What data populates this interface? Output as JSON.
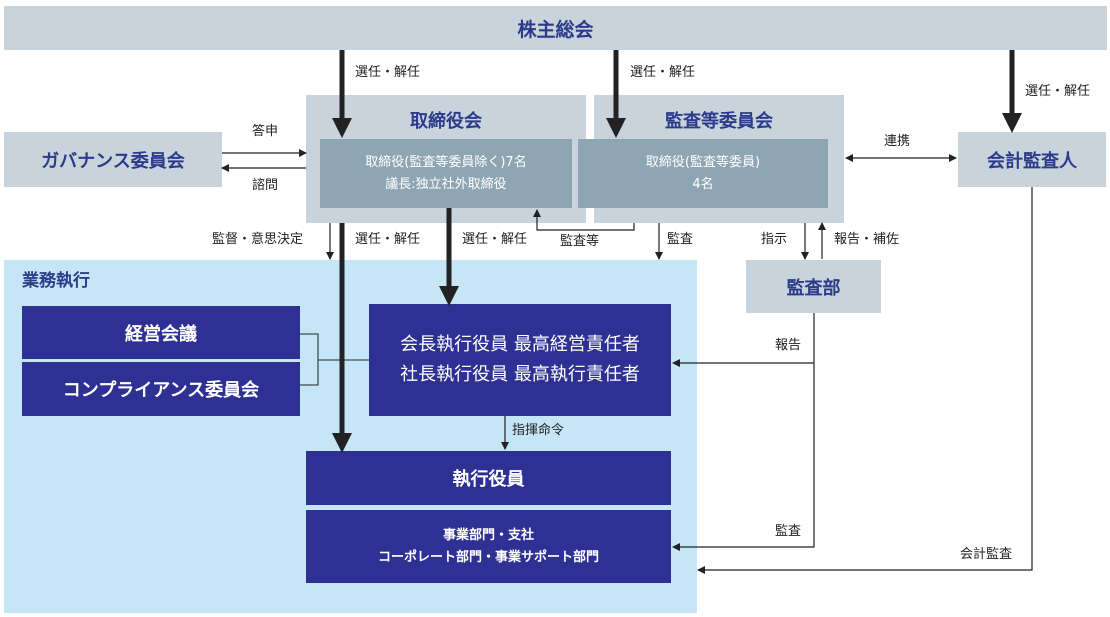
{
  "shareholders": "株主総会",
  "board": {
    "title": "取締役会",
    "inner_line1": "取締役(監査等委員除く)7名",
    "inner_line2": "議長:独立社外取締役"
  },
  "audit_committee": {
    "title": "監査等委員会",
    "inner_line1": "取締役(監査等委員)",
    "inner_line2": "4名"
  },
  "governance_committee": "ガバナンス委員会",
  "accounting_auditor": "会計監査人",
  "audit_dept": "監査部",
  "business_execution": {
    "title": "業務執行",
    "management_meeting": "経営会議",
    "compliance_committee": "コンプライアンス委員会",
    "ceo_line1": "会長執行役員 最高経営責任者",
    "ceo_line2": "社長執行役員 最高執行責任者",
    "executive_officers": "執行役員",
    "divisions_line1": "事業部門・支社",
    "divisions_line2": "コーポレート部門・事業サポート部門"
  },
  "labels": {
    "elect_dismiss_board": "選任・解任",
    "elect_dismiss_audit": "選任・解任",
    "elect_dismiss_auditor": "選任・解任",
    "consult": "諮問",
    "report_advise": "答申",
    "cooperation": "連携",
    "supervise_decide": "監督・意思決定",
    "elect_dismiss_exec": "選任・解任",
    "elect_dismiss_ceo": "選任・解任",
    "audit_etc": "監査等",
    "audit_main": "監査",
    "instruct": "指示",
    "report_assist": "報告・補佐",
    "report": "報告",
    "command": "指揮命令",
    "audit_divisions": "監査",
    "accounting_audit": "会計監査"
  }
}
